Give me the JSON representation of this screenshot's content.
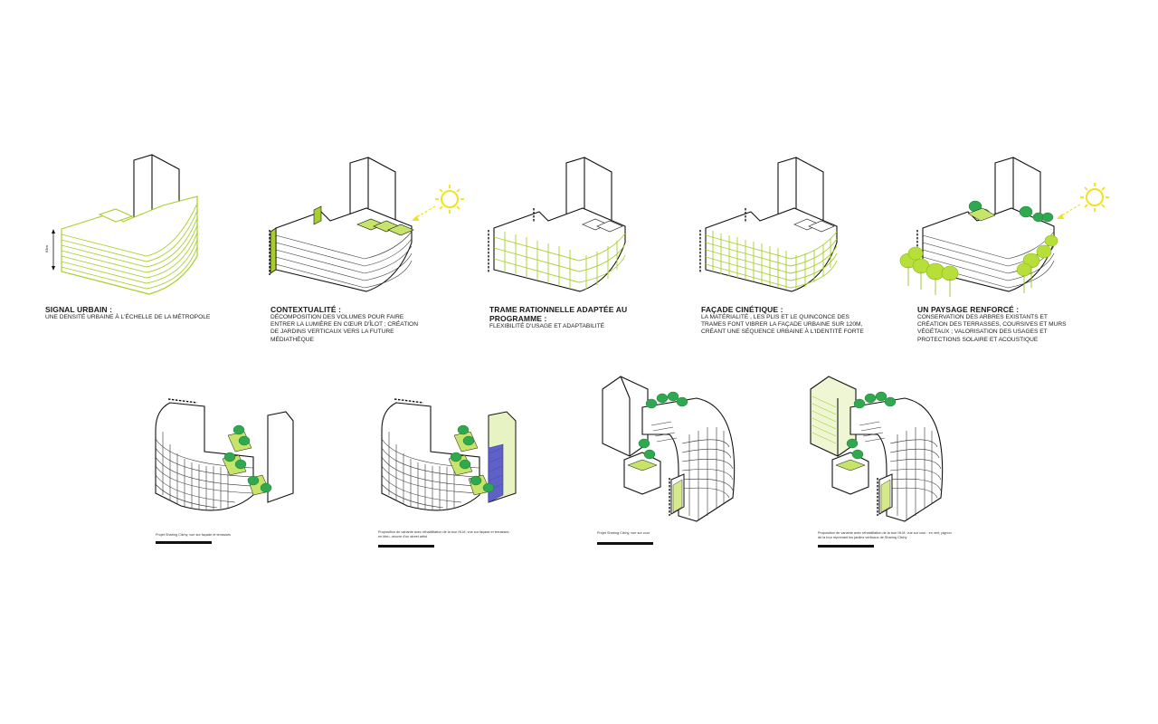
{
  "top_panels": [
    {
      "title": "SIGNAL URBAIN :",
      "body": "UNE DENSITÉ URBAINE À L'ÉCHELLE DE LA MÉTROPOLE",
      "scale_label": "63m"
    },
    {
      "title": "CONTEXTUALITÉ :",
      "body": "DÉCOMPOSITION DES VOLUMES POUR FAIRE ENTRER LA LUMIÈRE EN CŒUR D'ÎLOT ; CRÉATION DE JARDINS VERTICAUX VERS LA FUTURE MÉDIATHÈQUE"
    },
    {
      "title": "TRAME RATIONNELLE ADAPTÉE AU PROGRAMME :",
      "body": "FLEXIBILITÉ D'USAGE ET ADAPTABILITÉ"
    },
    {
      "title": "FAÇADE CINÉTIQUE :",
      "body": "LA MATÉRIALITÉ , LES PLIS ET LE QUINCONCE DES TRAMES FONT VIBRER LA FAÇADE URBAINE SUR 120M, CRÉANT UNE SÉQUENCE URBAINE À L'IDENTITÉ FORTE"
    },
    {
      "title": "UN PAYSAGE RENFORCÉ :",
      "body": "CONSERVATION DES ARBRES EXISTANTS ET CRÉATION DES TERRASSES, COURSIVES ET MURS VÉGÉTAUX ; VALORISATION DES USAGES ET PROTECTIONS SOLAIRE ET ACOUSTIQUE"
    }
  ],
  "bottom_panels": [
    {
      "caption": "Projet Sharing Clichy, vue sur façade et terrasses"
    },
    {
      "caption": "Proposition de variante avec réhabilitation de la tour HLM, vue sur façade et terrasses : en bleu, oeuvre d'un street artist"
    },
    {
      "caption": "Projet Sharing Clichy, vue sur cour"
    },
    {
      "caption": "Proposition de variante avec réhabilitation de la tour HLM, vue sur cour : en vert, pignon de la tour reprenant les jardins verticaux de Sharing Clichy"
    }
  ],
  "colors": {
    "accent_green": "#a7cf2c",
    "tree_green": "#2fa84f",
    "sun_yellow": "#f2e21b",
    "art_blue": "#3b3fb0"
  },
  "icons": [
    "sun-icon",
    "tree-icon",
    "height-arrow-icon"
  ]
}
